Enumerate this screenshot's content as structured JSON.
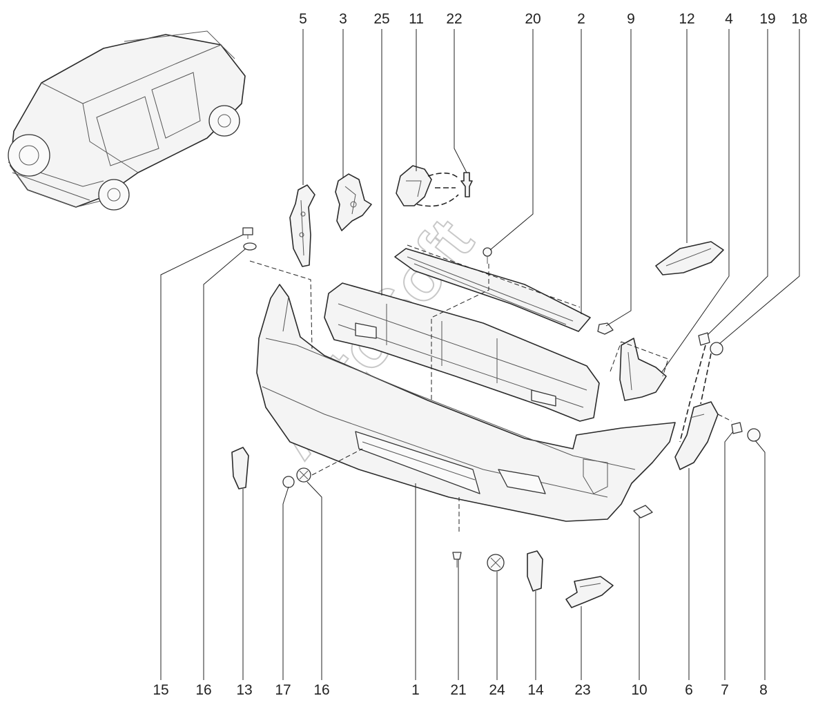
{
  "diagram": {
    "watermark": "AutoSoft",
    "callouts_top": [
      "5",
      "3",
      "25",
      "11",
      "22",
      "20",
      "2",
      "9",
      "12",
      "4",
      "19",
      "18"
    ],
    "callouts_bottom": [
      "15",
      "16",
      "13",
      "17",
      "16",
      "1",
      "21",
      "24",
      "14",
      "23",
      "10",
      "6",
      "7",
      "8"
    ]
  }
}
